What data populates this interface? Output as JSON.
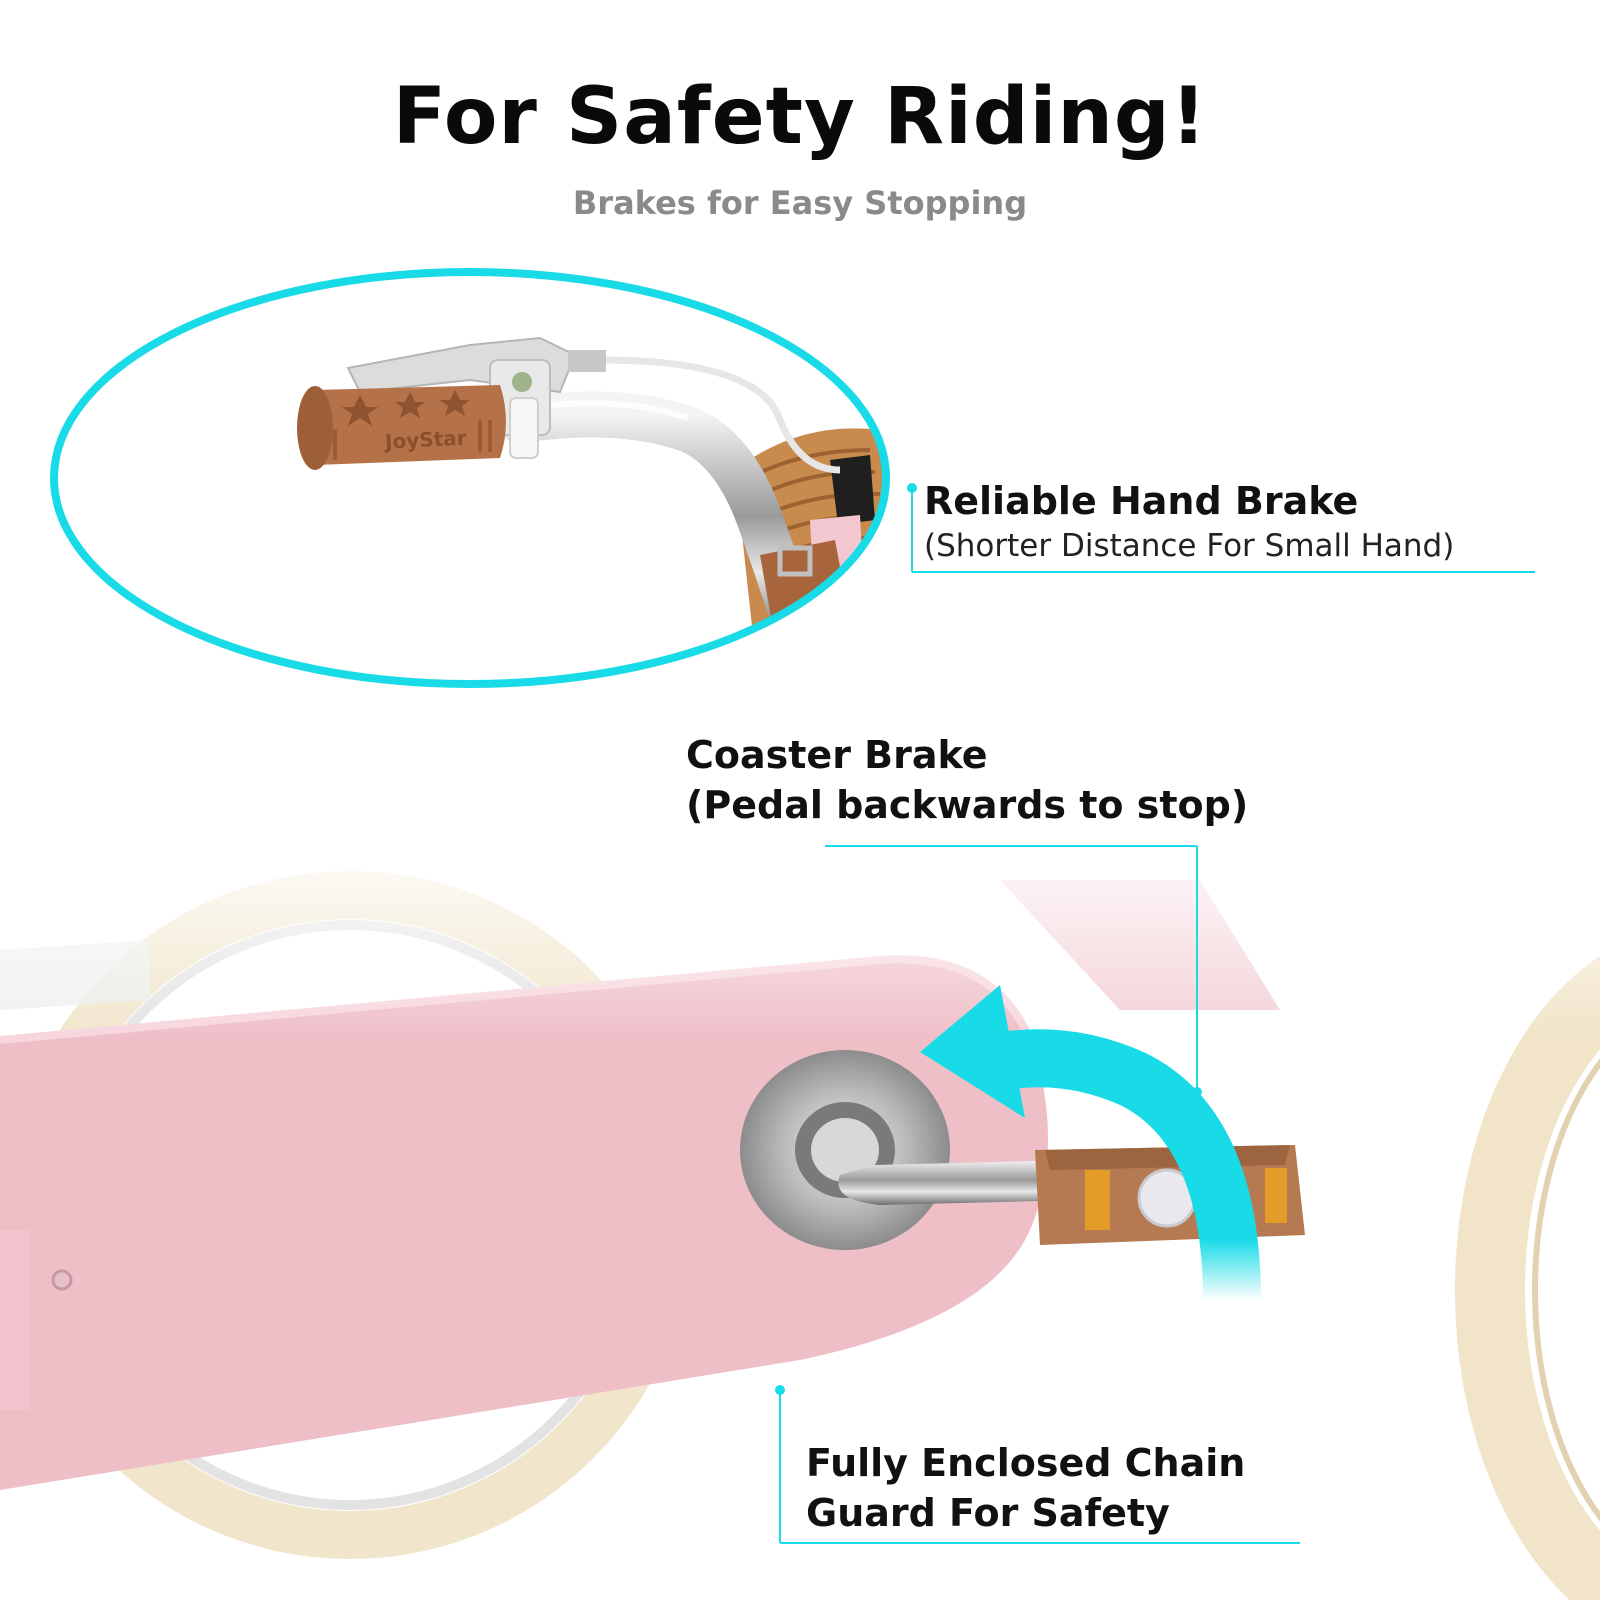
{
  "header": {
    "title": "For Safety Riding!",
    "subtitle": "Brakes for Easy Stopping"
  },
  "callouts": {
    "hand_brake": {
      "title": "Reliable Hand Brake",
      "note": "(Shorter Distance For Small Hand)"
    },
    "coaster_brake": {
      "line1": "Coaster Brake",
      "line2": "(Pedal backwards to stop)"
    },
    "chain_guard": {
      "line1": "Fully Enclosed Chain",
      "line2": "Guard For Safety"
    }
  },
  "product": {
    "grip_brand": "JoyStar"
  },
  "colors": {
    "accent": "#19dbe8",
    "frame_pink": "#efbfc8",
    "grip_brown": "#b57248",
    "tire_cream": "#f1e4c8"
  }
}
